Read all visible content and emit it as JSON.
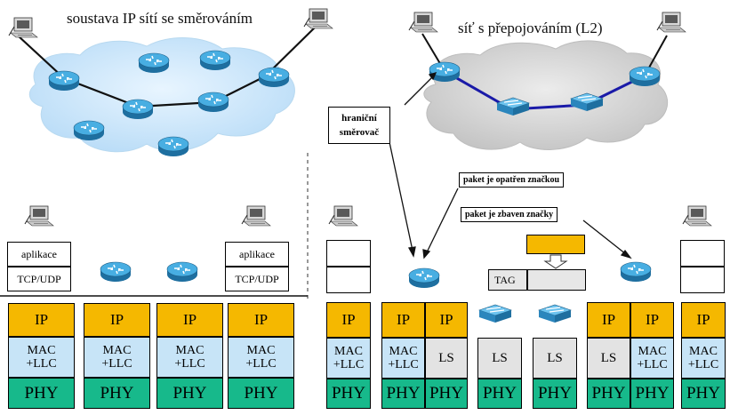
{
  "left_title": "soustava IP sítí se směrováním",
  "right_title": "síť s přepojováním (L2)",
  "callouts": {
    "border_router": "hraniční směrovač",
    "tagged": "paket je opatřen značkou",
    "untagged": "paket je zbaven značky"
  },
  "host_labels": {
    "app": "aplikace",
    "transport": "TCP/UDP"
  },
  "tag_label": "TAG",
  "layers": {
    "ip": "IP",
    "mac": "MAC +LLC",
    "mac_line1": "MAC",
    "mac_line2": "+LLC",
    "ls": "LS",
    "phy": "PHY"
  },
  "colors": {
    "ip": "#f5b800",
    "mac": "#c7e4f7",
    "ls": "#e3e3e3",
    "phy": "#17b98b",
    "cloud_left": "#cfe8fb",
    "cloud_right": "#d8d8d8",
    "router": "#3fa2d8",
    "l2_link": "#1a1aa8"
  }
}
